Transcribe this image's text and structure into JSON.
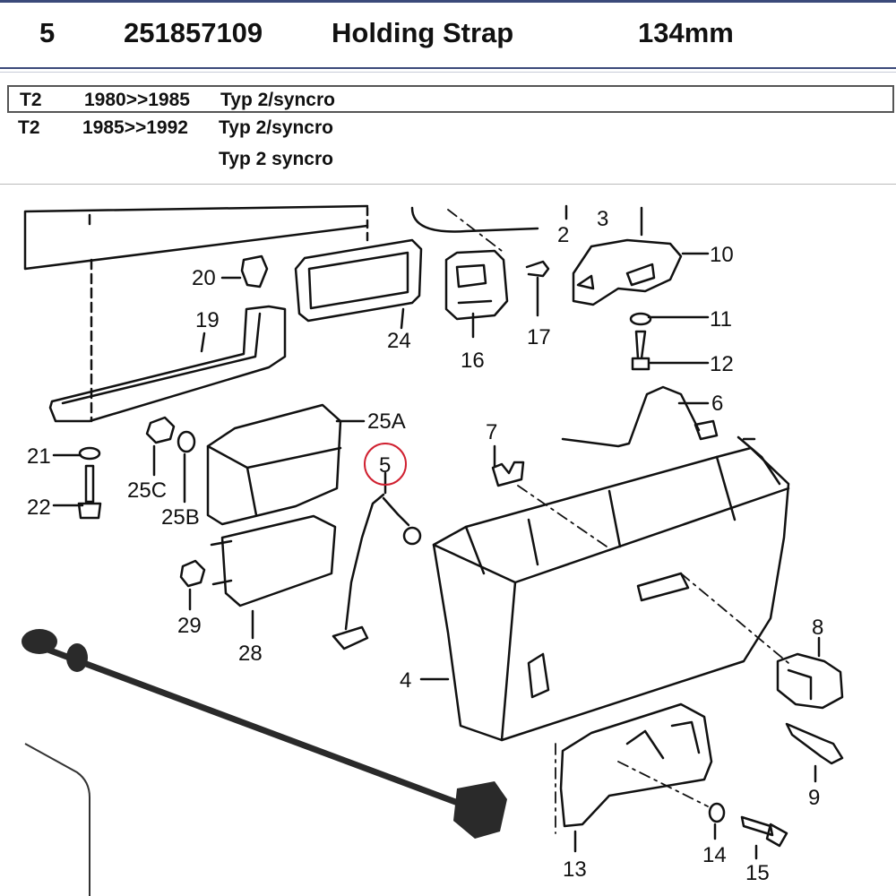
{
  "part": {
    "number": "5",
    "code": "251857109",
    "name": "Holding Strap",
    "size": "134mm"
  },
  "applications": [
    {
      "model": "T2",
      "years": "1980>>1985",
      "desc": "Typ 2/syncro"
    },
    {
      "model": "T2",
      "years": "1985>>1992",
      "desc": "Typ 2/syncro"
    },
    {
      "model": "",
      "years": "",
      "desc": "Typ 2 syncro"
    }
  ],
  "diagram": {
    "labels": [
      "20",
      "19",
      "24",
      "16",
      "17",
      "2",
      "3",
      "10",
      "11",
      "12",
      "6",
      "21",
      "22",
      "25C",
      "25B",
      "25A",
      "5",
      "7",
      "29",
      "28",
      "4",
      "8",
      "9",
      "13",
      "14",
      "15"
    ],
    "highlight_color": "#d02030"
  }
}
